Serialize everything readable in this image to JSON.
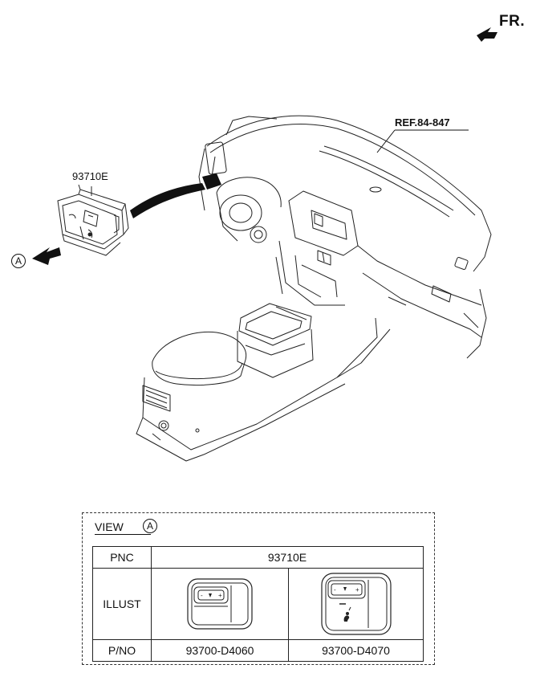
{
  "direction_label": "FR.",
  "reference_label": "REF.84-847",
  "part_callout": "93710E",
  "view_marker": "A",
  "view_box": {
    "title": "VIEW",
    "marker": "A",
    "table": {
      "row_labels": [
        "PNC",
        "ILLUST",
        "P/NO"
      ],
      "pnc_value": "93710E",
      "part_numbers": [
        "93700-D4060",
        "93700-D4070"
      ]
    }
  },
  "colors": {
    "line": "#1a1a1a",
    "fill_dark": "#111111",
    "background": "#ffffff"
  },
  "icons": [
    "fr-arrow-icon",
    "view-arrow-icon",
    "switch-icon",
    "console-icon"
  ]
}
